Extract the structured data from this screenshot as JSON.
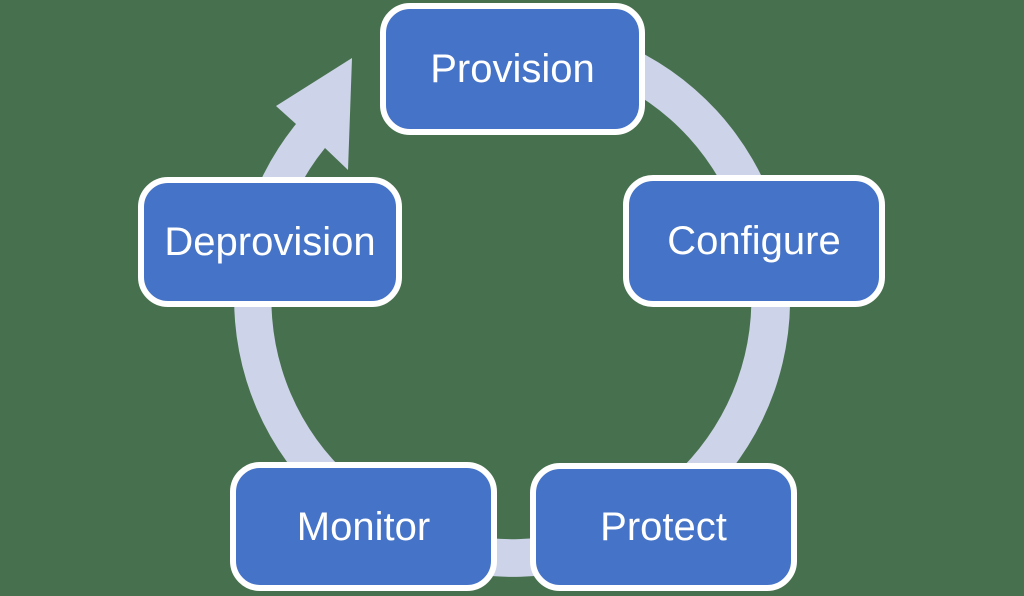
{
  "diagram": {
    "type": "cycle",
    "direction": "clockwise",
    "nodes": [
      {
        "label": "Provision",
        "position": "top"
      },
      {
        "label": "Configure",
        "position": "right"
      },
      {
        "label": "Protect",
        "position": "bottom-right"
      },
      {
        "label": "Monitor",
        "position": "bottom-left"
      },
      {
        "label": "Deprovision",
        "position": "left"
      }
    ],
    "cycle_order": [
      "Provision",
      "Configure",
      "Protect",
      "Monitor",
      "Deprovision"
    ],
    "colors": {
      "node_fill": "#4573C7",
      "node_border": "#FFFFFF",
      "node_text": "#FFFFFF",
      "arrow": "#CDD3E8",
      "background": "#47714E"
    }
  }
}
